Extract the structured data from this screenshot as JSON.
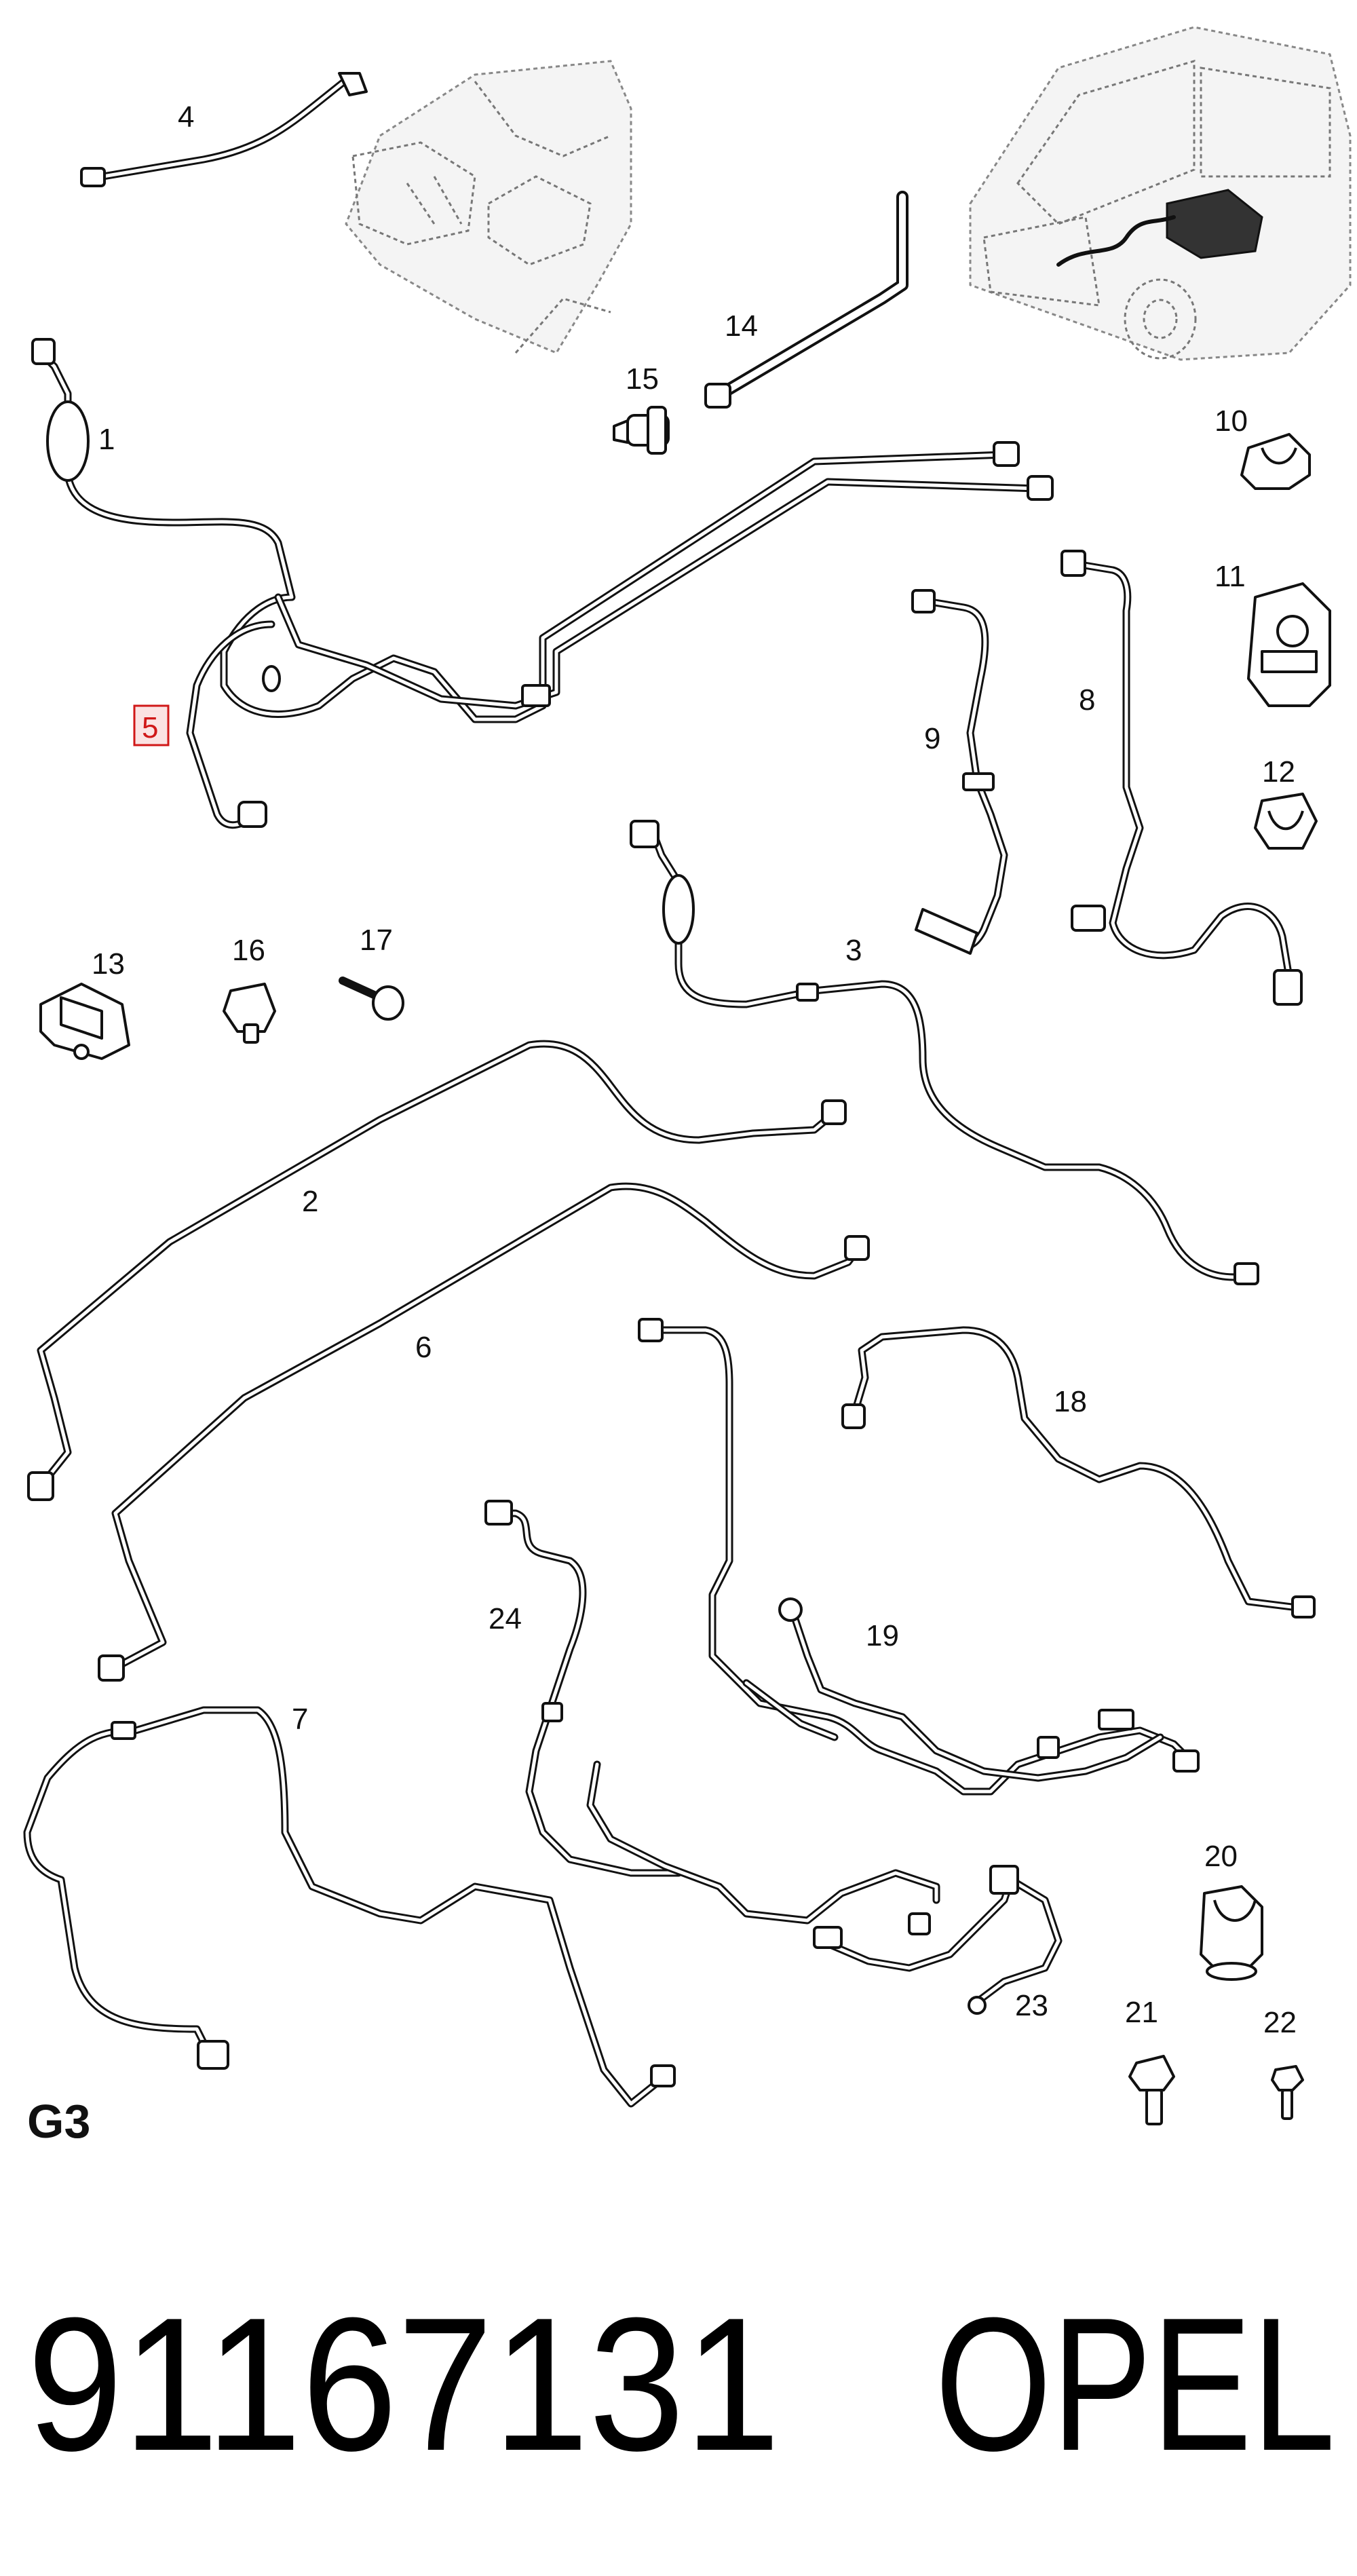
{
  "diagram": {
    "group_label": "G3",
    "highlighted_callout": "5",
    "highlight_color": "#d01818",
    "callouts": {
      "c1": "1",
      "c2": "2",
      "c3": "3",
      "c4": "4",
      "c5": "5",
      "c6": "6",
      "c7": "7",
      "c8": "8",
      "c9": "9",
      "c10": "10",
      "c11": "11",
      "c12": "12",
      "c13": "13",
      "c14": "14",
      "c15": "15",
      "c16": "16",
      "c17": "17",
      "c18": "18",
      "c19": "19",
      "c20": "20",
      "c21": "21",
      "c22": "22",
      "c23": "23",
      "c24": "24"
    }
  },
  "footer": {
    "part_number": "91167131",
    "brand": "OPEL"
  }
}
